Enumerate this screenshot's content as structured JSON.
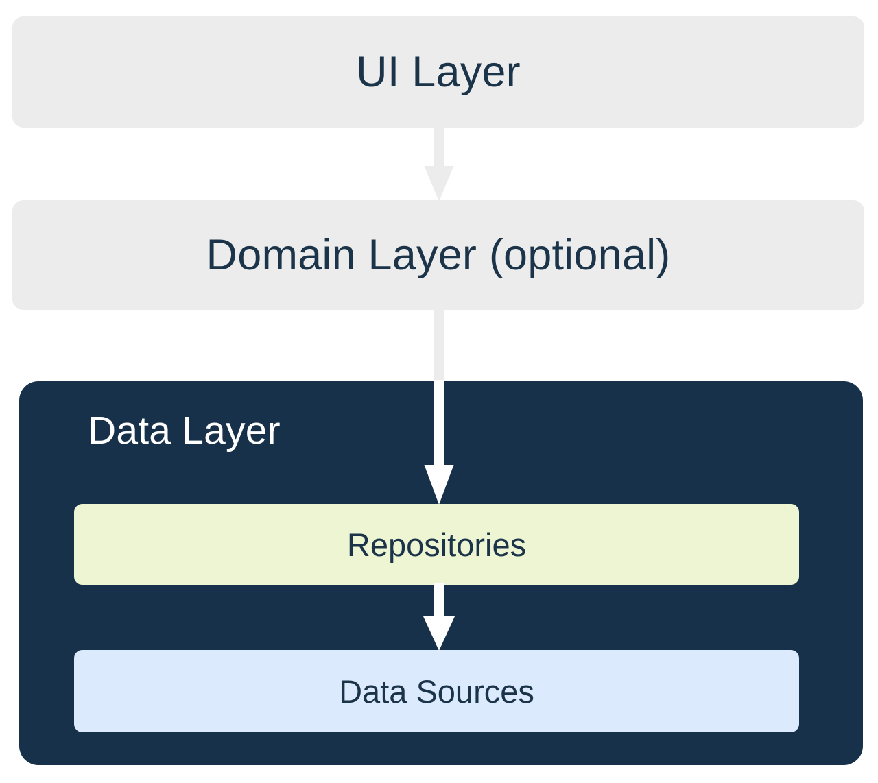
{
  "diagram": {
    "title": "Android app architecture layers",
    "background_color": "#ffffff",
    "layers": [
      {
        "id": "ui-layer",
        "label": "UI Layer",
        "fill": "#ececec",
        "text_color": "#1b3449"
      },
      {
        "id": "domain-layer",
        "label": "Domain Layer (optional)",
        "fill": "#ececec",
        "text_color": "#1b3449"
      },
      {
        "id": "data-layer",
        "label": "Data Layer",
        "fill": "#17314a",
        "text_color": "#ffffff",
        "children": [
          {
            "id": "repositories",
            "label": "Repositories",
            "fill": "#eef5d3",
            "text_color": "#1b3449"
          },
          {
            "id": "data-sources",
            "label": "Data Sources",
            "fill": "#dbeafd",
            "text_color": "#1b3449"
          }
        ]
      }
    ],
    "arrows": [
      {
        "id": "ui-to-domain",
        "from": "UI Layer",
        "to": "Domain Layer (optional)",
        "color": "#ececec",
        "direction": "down"
      },
      {
        "id": "domain-to-repositories",
        "from": "Domain Layer (optional)",
        "to": "Repositories",
        "color": "#ffffff",
        "direction": "down"
      },
      {
        "id": "repositories-to-data-sources",
        "from": "Repositories",
        "to": "Data Sources",
        "color": "#ffffff",
        "direction": "down"
      }
    ]
  }
}
